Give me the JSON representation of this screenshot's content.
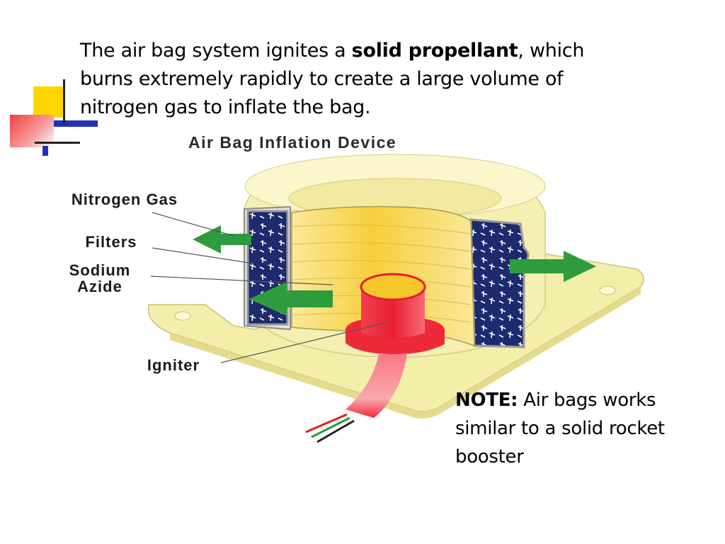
{
  "slide": {
    "body_part1": "The air bag system ignites a ",
    "body_bold": "solid propellant",
    "body_part2": ", which burns extremely rapidly to create a large volume of nitrogen gas to inflate the bag.",
    "note_label": "NOTE:",
    "note_text": " Air bags works similar to a solid rocket booster"
  },
  "diagram": {
    "title": "Air Bag Inflation Device",
    "labels": {
      "nitrogen_gas": "Nitrogen Gas",
      "filters": "Filters",
      "sodium_azide": "Sodium Azide",
      "igniter": "Igniter"
    }
  },
  "colors": {
    "base_plate": "#f3eeaa",
    "cylinder": "#f6efb4",
    "propellant": "#f7dd72",
    "filter_navy": "#1e2a6e",
    "igniter_red": "#ee2a3a",
    "arrow_green": "#2e9b3e",
    "deco_yellow": "#ffd400",
    "deco_blue": "#2232b8",
    "deco_red": "#f04040"
  }
}
